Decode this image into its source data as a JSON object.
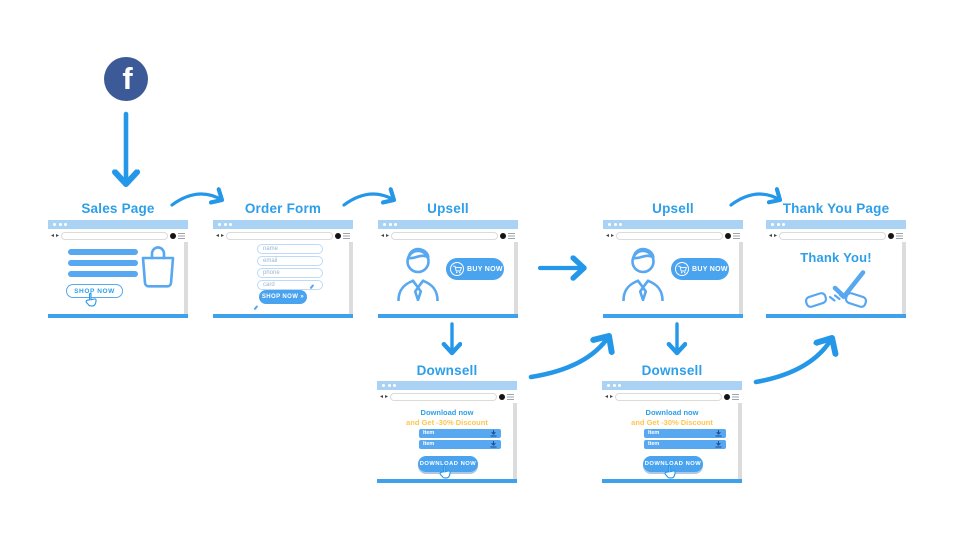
{
  "palette": {
    "primary_blue": "#2597E8",
    "light_blue": "#57A7F1",
    "header_blue": "#A9D2F4",
    "button_blue": "#4AA3EF",
    "facebook_navy": "#3D5A98",
    "accent_yellow": "#FFC550",
    "chrome_dark": "#141414",
    "chrome_gray": "#DCDCDC"
  },
  "source": {
    "facebook_letter": "f"
  },
  "icons": {
    "back": "◂",
    "forward": "▸",
    "facebook-icon": "f",
    "shopping-bag-icon": "bag outline",
    "person-icon": "customer with tie",
    "cart-icon": "shopping cart",
    "hand-cursor-icon": "pointer hand",
    "download-icon": "↓",
    "menu-icon": "≡",
    "record-icon": "●",
    "handshake-icon": "handshake with check mark"
  },
  "windows": {
    "sales": {
      "title": "Sales Page",
      "shop_button": "SHOP NOW"
    },
    "order": {
      "title": "Order Form",
      "fields": [
        "name",
        "email",
        "phone",
        "card"
      ],
      "shop_button": "SHOP NOW »"
    },
    "upsell1": {
      "title": "Upsell",
      "buy_button": "BUY NOW"
    },
    "upsell2": {
      "title": "Upsell",
      "buy_button": "BUY NOW"
    },
    "downsell1": {
      "title": "Downsell",
      "headline": "Download now",
      "subheadline": "and Get -30% Discount",
      "items": [
        "Item",
        "Item"
      ],
      "download_button": "DOWNLOAD NOW"
    },
    "downsell2": {
      "title": "Downsell",
      "headline": "Download now",
      "subheadline": "and Get -30% Discount",
      "items": [
        "Item",
        "Item"
      ],
      "download_button": "DOWNLOAD NOW"
    },
    "thankyou": {
      "title": "Thank You Page",
      "message": "Thank You!"
    }
  },
  "flow": [
    "facebook → sales-page",
    "sales-page → order-form",
    "order-form → upsell-1",
    "upsell-1 → upsell-2",
    "upsell-1 → downsell-1",
    "downsell-1 → upsell-2",
    "upsell-2 → downsell-2",
    "upsell-2 → thank-you-page",
    "downsell-2 → thank-you-page"
  ]
}
